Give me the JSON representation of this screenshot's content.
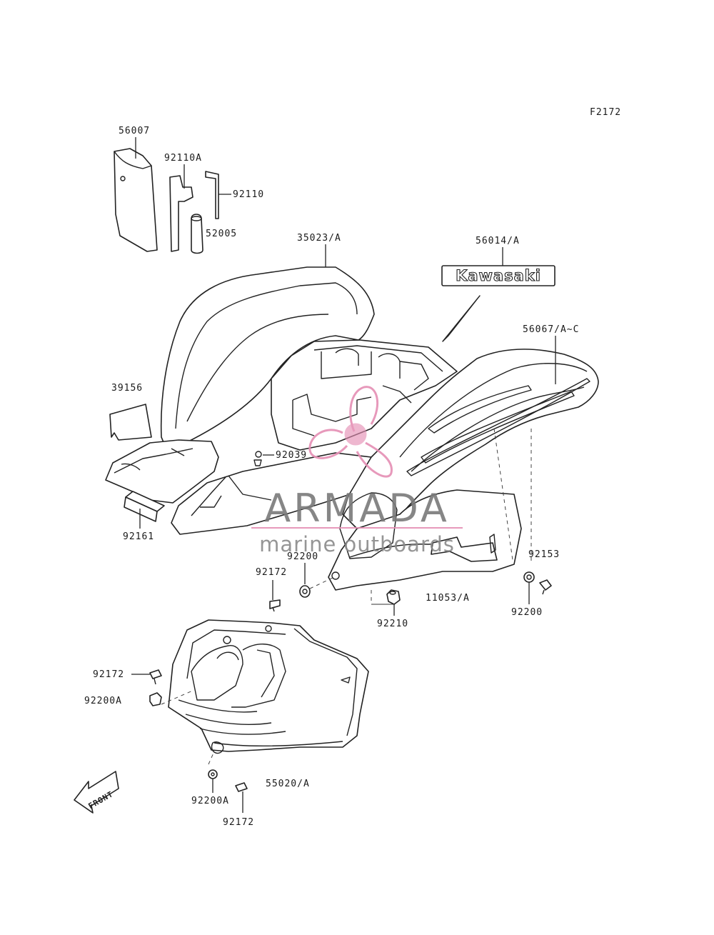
{
  "diagram": {
    "figure_code": "F2172",
    "parts": {
      "p56007": "56007",
      "p92110A": "92110A",
      "p92110": "92110",
      "p52005": "52005",
      "p35023A": "35023/A",
      "p56014A": "56014/A",
      "p56067AC": "56067/A~C",
      "p39156": "39156",
      "p92039": "92039",
      "p92161": "92161",
      "p92200a": "92200",
      "p92172a": "92172",
      "p92153": "92153",
      "p11053A": "11053/A",
      "p92200b": "92200",
      "p92210": "92210",
      "p92172b": "92172",
      "p92200A1": "92200A",
      "p92200A2": "92200A",
      "p55020A": "55020/A",
      "p92172c": "92172"
    },
    "decal_text": "Kawasaki",
    "front_arrow": "FRONT"
  },
  "watermark": {
    "brand": "ARMADA",
    "tagline": "marine outboards",
    "brand_color": "#7a7a7a",
    "logo_color": "#e58fb4"
  }
}
